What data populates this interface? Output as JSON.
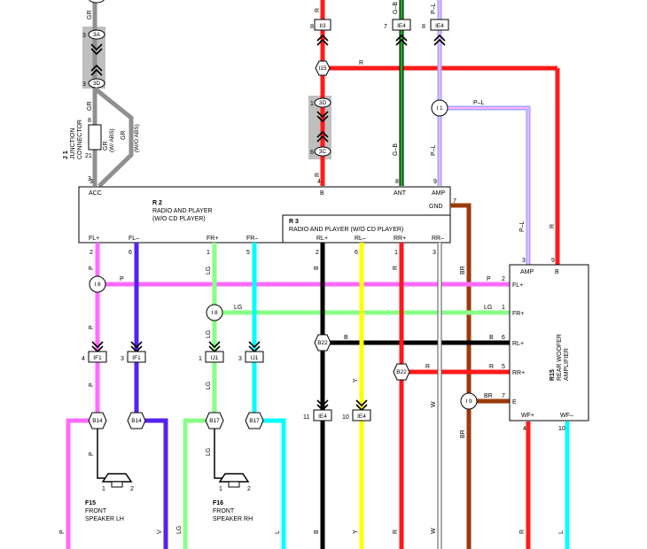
{
  "colors": {
    "R": "#ff1a1a",
    "GR": "#909090",
    "G": "#22aa22",
    "B_wire": "#000000",
    "P": "#ff6bff",
    "L": "#00ffff",
    "LG": "#88ff88",
    "Y": "#ffff00",
    "BR": "#9a3b0c",
    "V": "#5522ee",
    "W": "#ffffff",
    "PL": "#c8a8ff",
    "shade": "#bfbfbf"
  },
  "icons": {
    "arrow": "double-chevron-down-icon",
    "splice": "hexagon-splice-icon",
    "speaker": "speaker-icon",
    "connector": "round-connector-icon"
  },
  "top": {
    "gr_wire": "GR",
    "conn_3a_pin": "3",
    "conn_3a": "3A",
    "conn_3d_pin": "3",
    "conn_3d": "3D",
    "gr_wire2": "GR",
    "j1_pin_top": "8",
    "j1_pin_bottom1": "21",
    "j1_pin_bottom2": "3",
    "j1_code": "J 1",
    "j1_name1": "JUNCTION",
    "j1_name2": "CONNECTOR",
    "j1_wabs": "(W/ ABS)",
    "j1_woabs": "(W/O ABS)",
    "gr_a": "GR",
    "gr_b": "GR",
    "ii3_pin": "8",
    "ii3": "II3",
    "r_top": "R",
    "ie4a_pin": "7",
    "ie4a": "IE4",
    "gb_top": "G–B",
    "ie4b_pin": "8",
    "ie4b": "IE4",
    "pl_top": "P–L",
    "i15": "I15",
    "r_i15": "R",
    "j3d_pin": "1",
    "j3d": "3D",
    "j3c_pin": "6",
    "j3c": "3C",
    "r_mid": "R",
    "gb_mid": "G–B",
    "pl_mid": "P–L",
    "i1": "I 1",
    "pl_i1": "P–L",
    "pl_right": "P–L",
    "r_right": "R"
  },
  "r2": {
    "code": "R 2",
    "name1": "RADIO AND PLAYER",
    "name2": "(W/O CD PLAYER)",
    "acc": "ACC",
    "b": "B",
    "ant": "ANT",
    "amp": "AMP",
    "gnd": "GND",
    "pin_acc": "3",
    "pin_b": "4",
    "pin_ant": "8",
    "pin_amp": "9",
    "pin_gnd": "7",
    "fl_plus": "FL+",
    "fl_minus": "FL–",
    "fr_plus": "FR+",
    "fr_minus": "FR–",
    "pin_flp": "2",
    "pin_flm": "6",
    "pin_frp": "1",
    "pin_frm": "5"
  },
  "r3": {
    "code": "R 3",
    "name": "RADIO AND PLAYER (W/O CD PLAYER)",
    "rl_plus": "RL+",
    "rl_minus": "RL–",
    "rr_plus": "RR+",
    "rr_minus": "RR–",
    "pin_rlp": "2",
    "pin_rlm": "6",
    "pin_rrp": "1",
    "pin_rrm": "3"
  },
  "wires": {
    "p": "P",
    "lg": "LG",
    "b": "B",
    "r": "R",
    "br": "BR",
    "p_sp": "P",
    "l_sp": "L",
    "lg_sp": "LG",
    "b_sp": "B",
    "y_sp": "Y",
    "w_sp": "W",
    "v_sp": "V"
  },
  "splices": {
    "i8a": "I 8",
    "i8b": "I 8",
    "b22a": "B22",
    "b22b": "B22",
    "i9": "I 9",
    "b14a": "B14",
    "b14b": "B14",
    "b17a": "B17",
    "b17b": "B17"
  },
  "connectors": {
    "if1a_pin": "4",
    "if1a": "IF1",
    "if1b_pin": "3",
    "if1b": "IF1",
    "ij1a_pin": "1",
    "ij1a": "IJ1",
    "ij1b_pin": "3",
    "ij1b": "IJ1",
    "ie4c_pin": "11",
    "ie4c": "IE4",
    "ie4d_pin": "10",
    "ie4d": "IE4"
  },
  "speakers": {
    "f15_code": "F15",
    "f15_name1": "FRONT",
    "f15_name2": "SPEAKER LH",
    "f16_code": "F16",
    "f16_name1": "FRONT",
    "f16_name2": "SPEAKER RH",
    "pin1": "1",
    "pin2": "2"
  },
  "r15": {
    "amp": "AMP",
    "b": "B",
    "pin_amp": "3",
    "pin_b": "9",
    "flp": "FL+",
    "frp": "FR+",
    "rlp": "RL+",
    "rrp": "RR+",
    "e": "E",
    "pin_flp": "2",
    "pin_frp": "1",
    "pin_rlp": "6",
    "pin_rrp": "5",
    "pin_e": "7",
    "code": "R15",
    "name1": "REAR WOOFER",
    "name2": "AMPLIFIER",
    "wfp": "WF+",
    "wfm": "WF–",
    "pin_wfp": "4",
    "pin_wfm": "10"
  }
}
